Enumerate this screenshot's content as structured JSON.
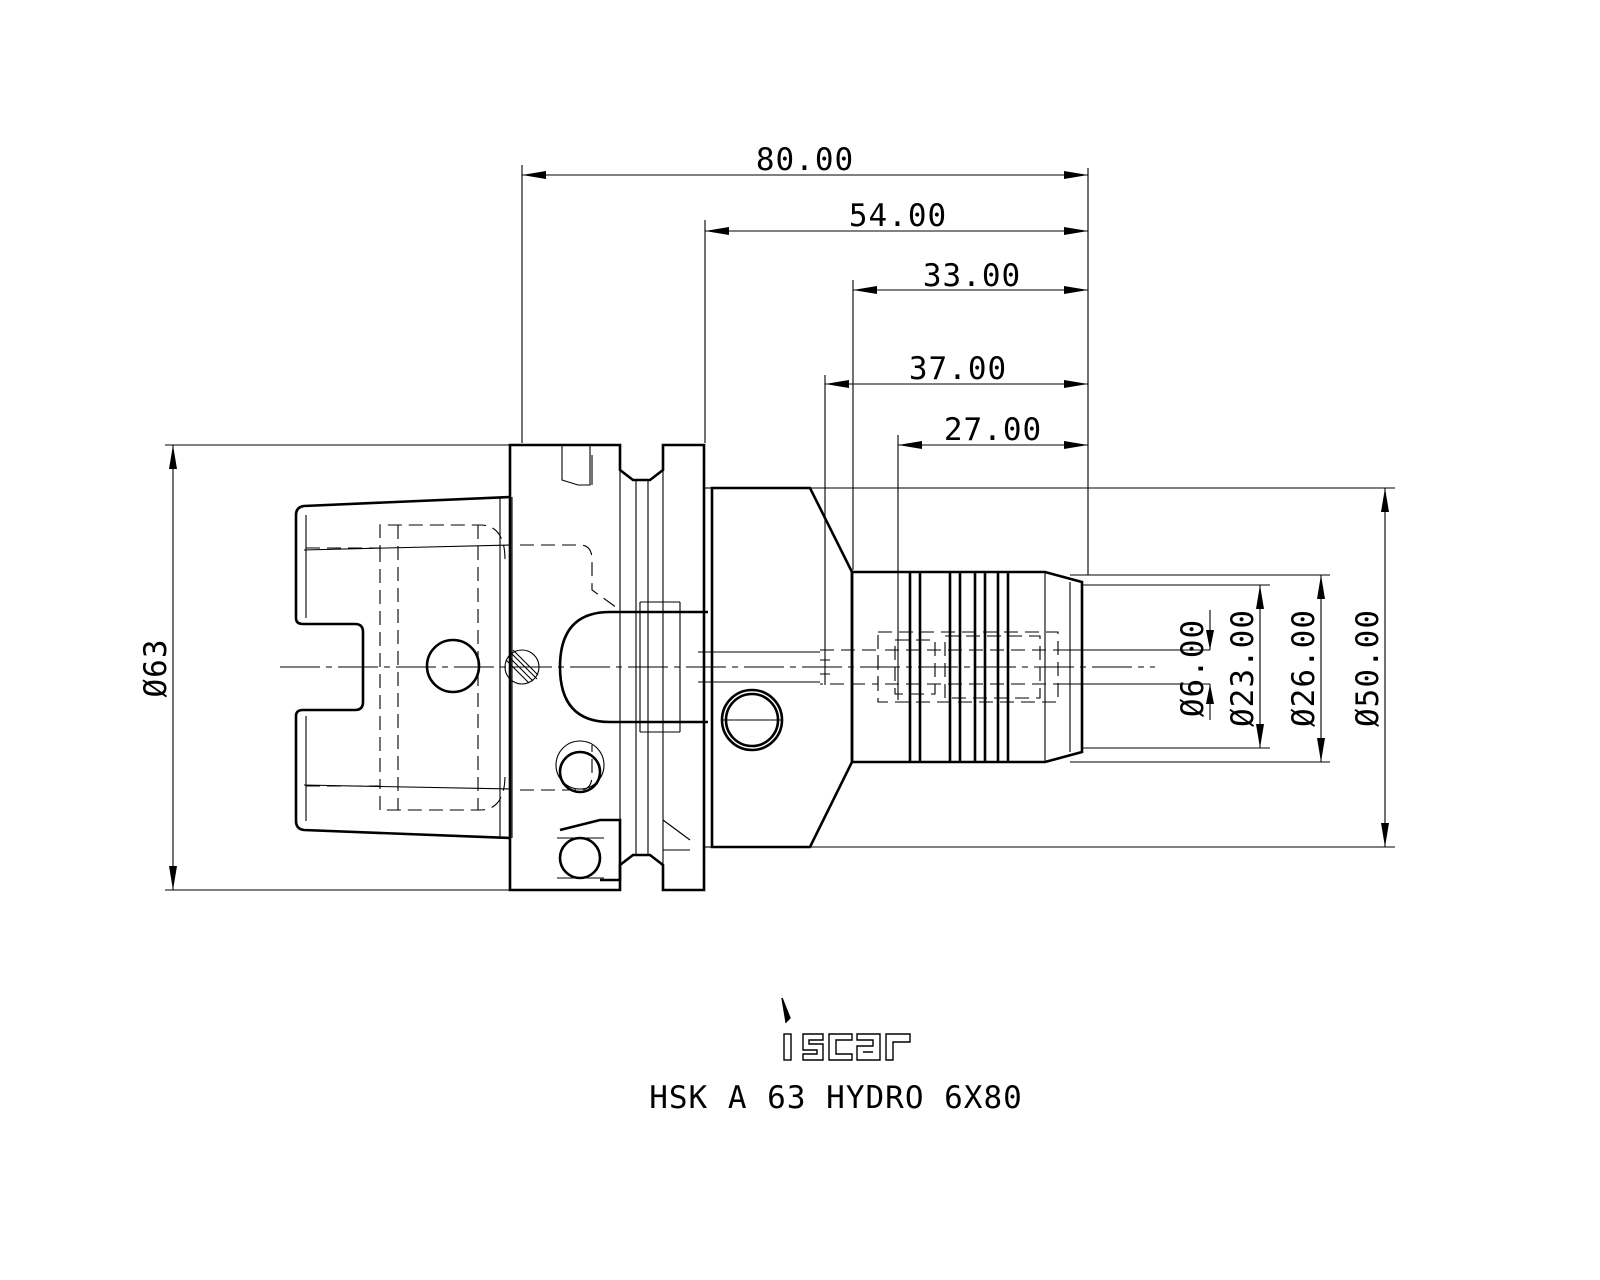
{
  "logo": {
    "text": "iscar",
    "icon": "iscar-logo-icon"
  },
  "title": "HSK A 63 HYDRO 6X80",
  "dimensions": {
    "total_length": "80.00",
    "body_length": "54.00",
    "sleeve_length": "33.00",
    "bore_depth": "37.00",
    "clamping_length": "27.00",
    "flange_diameter": "Ø63",
    "clamp_diameter": "Ø6.00",
    "sleeve_inner_diameter": "Ø23.00",
    "sleeve_outer_diameter": "Ø26.00",
    "body_diameter": "Ø50.00"
  }
}
